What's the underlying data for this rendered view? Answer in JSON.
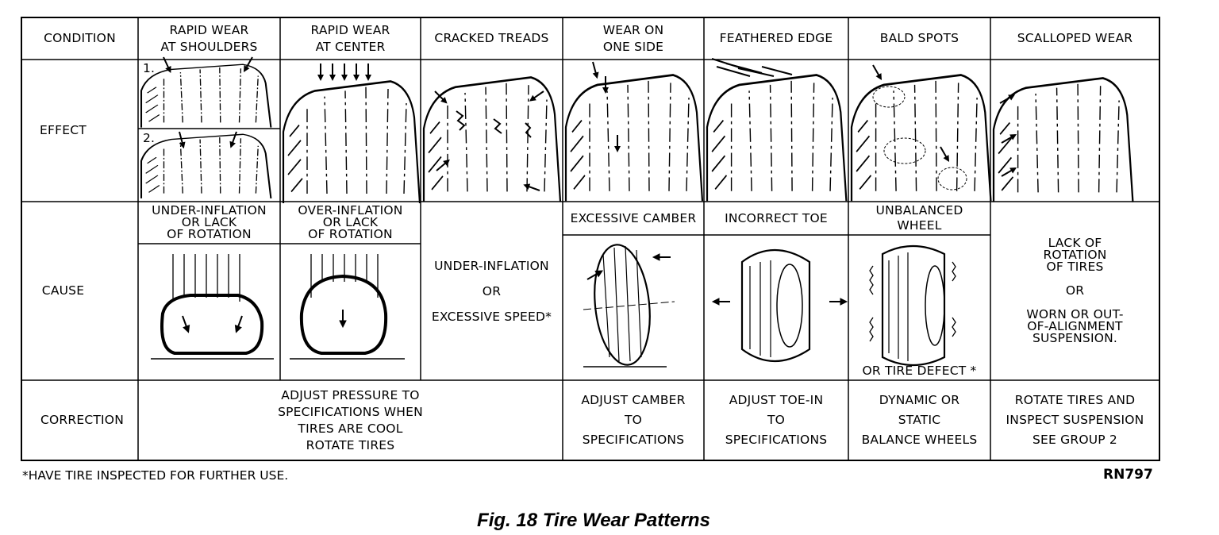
{
  "table": {
    "header_label": "CONDITION",
    "rows": {
      "effect": "EFFECT",
      "cause": "CAUSE",
      "correction": "CORRECTION"
    },
    "conditions": [
      "RAPID WEAR\nAT  SHOULDERS",
      "RAPID WEAR\nAT CENTER",
      "CRACKED TREADS",
      "WEAR ON\nONE SIDE",
      "FEATHERED EDGE",
      "BALD SPOTS",
      "SCALLOPED  WEAR"
    ],
    "effect_markers": [
      "1.",
      "2."
    ],
    "causes": {
      "under_inflation": "UNDER-INFLATION\nOR LACK\nOF ROTATION",
      "over_inflation": "OVER-INFLATION\nOR LACK\nOF ROTATION",
      "cracked": "UNDER-INFLATION\n\nOR\n\nEXCESSIVE SPEED*",
      "camber": "EXCESSIVE CAMBER",
      "toe": "INCORRECT TOE",
      "unbalanced": "UNBALANCED\nWHEEL",
      "tire_defect": "OR TIRE  DEFECT *",
      "scalloped": "LACK  OF\nROTATION\nOF  TIRES\n\nOR\n\nWORN OR OUT-\nOF-ALIGNMENT\nSUSPENSION."
    },
    "corrections": {
      "pressure": "ADJUST PRESSURE TO\nSPECIFICATIONS WHEN\nTIRES ARE COOL\n   ROTATE TIRES",
      "camber": "ADJUST CAMBER\nTO\nSPECIFICATIONS",
      "toe": "ADJUST TOE-IN\nTO\nSPECIFICATIONS",
      "balance": "DYNAMIC OR\nSTATIC\nBALANCE WHEELS",
      "rotate": "ROTATE TIRES AND\nINSPECT SUSPENSION\nSEE GROUP 2"
    }
  },
  "footnote": "*HAVE TIRE INSPECTED FOR FURTHER USE.",
  "figure_id": "RN797",
  "caption": "Fig. 18 Tire Wear Patterns"
}
